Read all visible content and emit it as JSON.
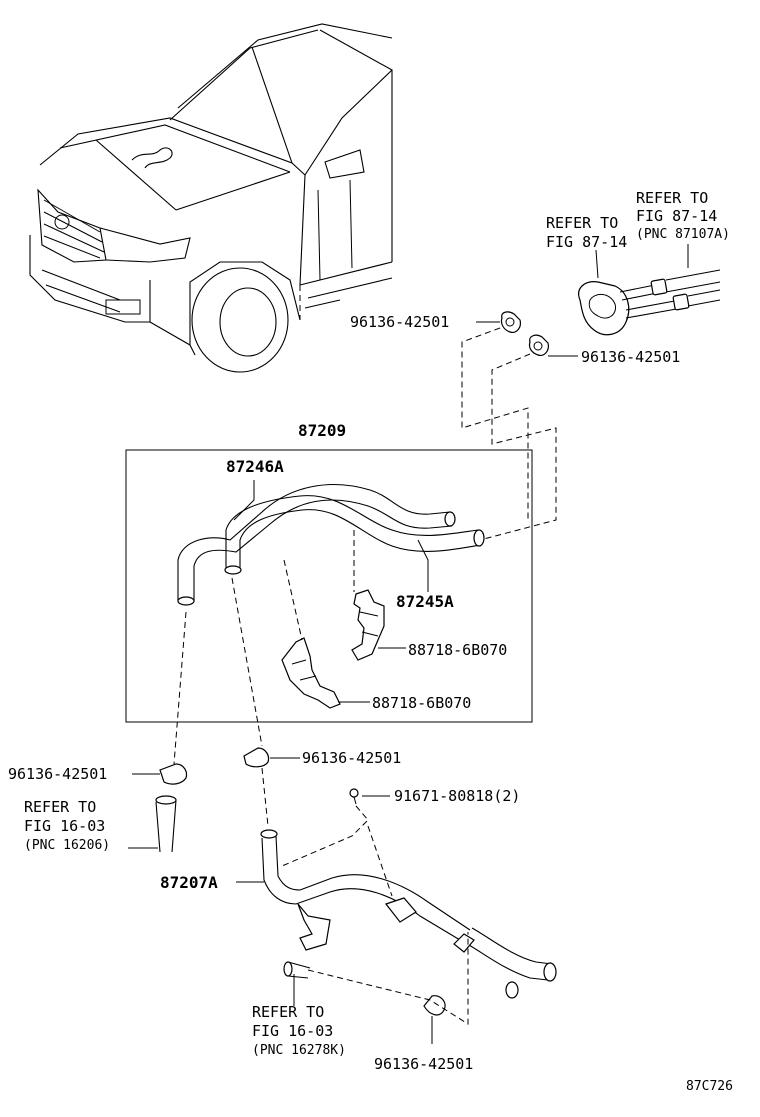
{
  "refs": {
    "fig87_14_pnc": {
      "line1": "REFER TO",
      "line2": "FIG 87-14",
      "line3": "(PNC 87107A)"
    },
    "fig87_14": {
      "line1": "REFER TO",
      "line2": "FIG 87-14"
    },
    "fig16_03_pnc16206": {
      "line1": "REFER TO",
      "line2": "FIG 16-03",
      "line3": "(PNC 16206)"
    },
    "fig16_03_pnc16278k": {
      "line1": "REFER TO",
      "line2": "FIG 16-03",
      "line3": "(PNC 16278K)"
    }
  },
  "parts": {
    "clamp_top_left": "96136-42501",
    "clamp_top_right": "96136-42501",
    "assembly": "87209",
    "hose_upper": "87246A",
    "hose_lower": "87245A",
    "clamp_bracket_1": "88718-6B070",
    "clamp_bracket_2": "88718-6B070",
    "clamp_left": "96136-42501",
    "clamp_mid": "96136-42501",
    "bolt": "91671-80818(2)",
    "pipe": "87207A",
    "clamp_bottom": "96136-42501"
  },
  "diagram_code": "87C726"
}
